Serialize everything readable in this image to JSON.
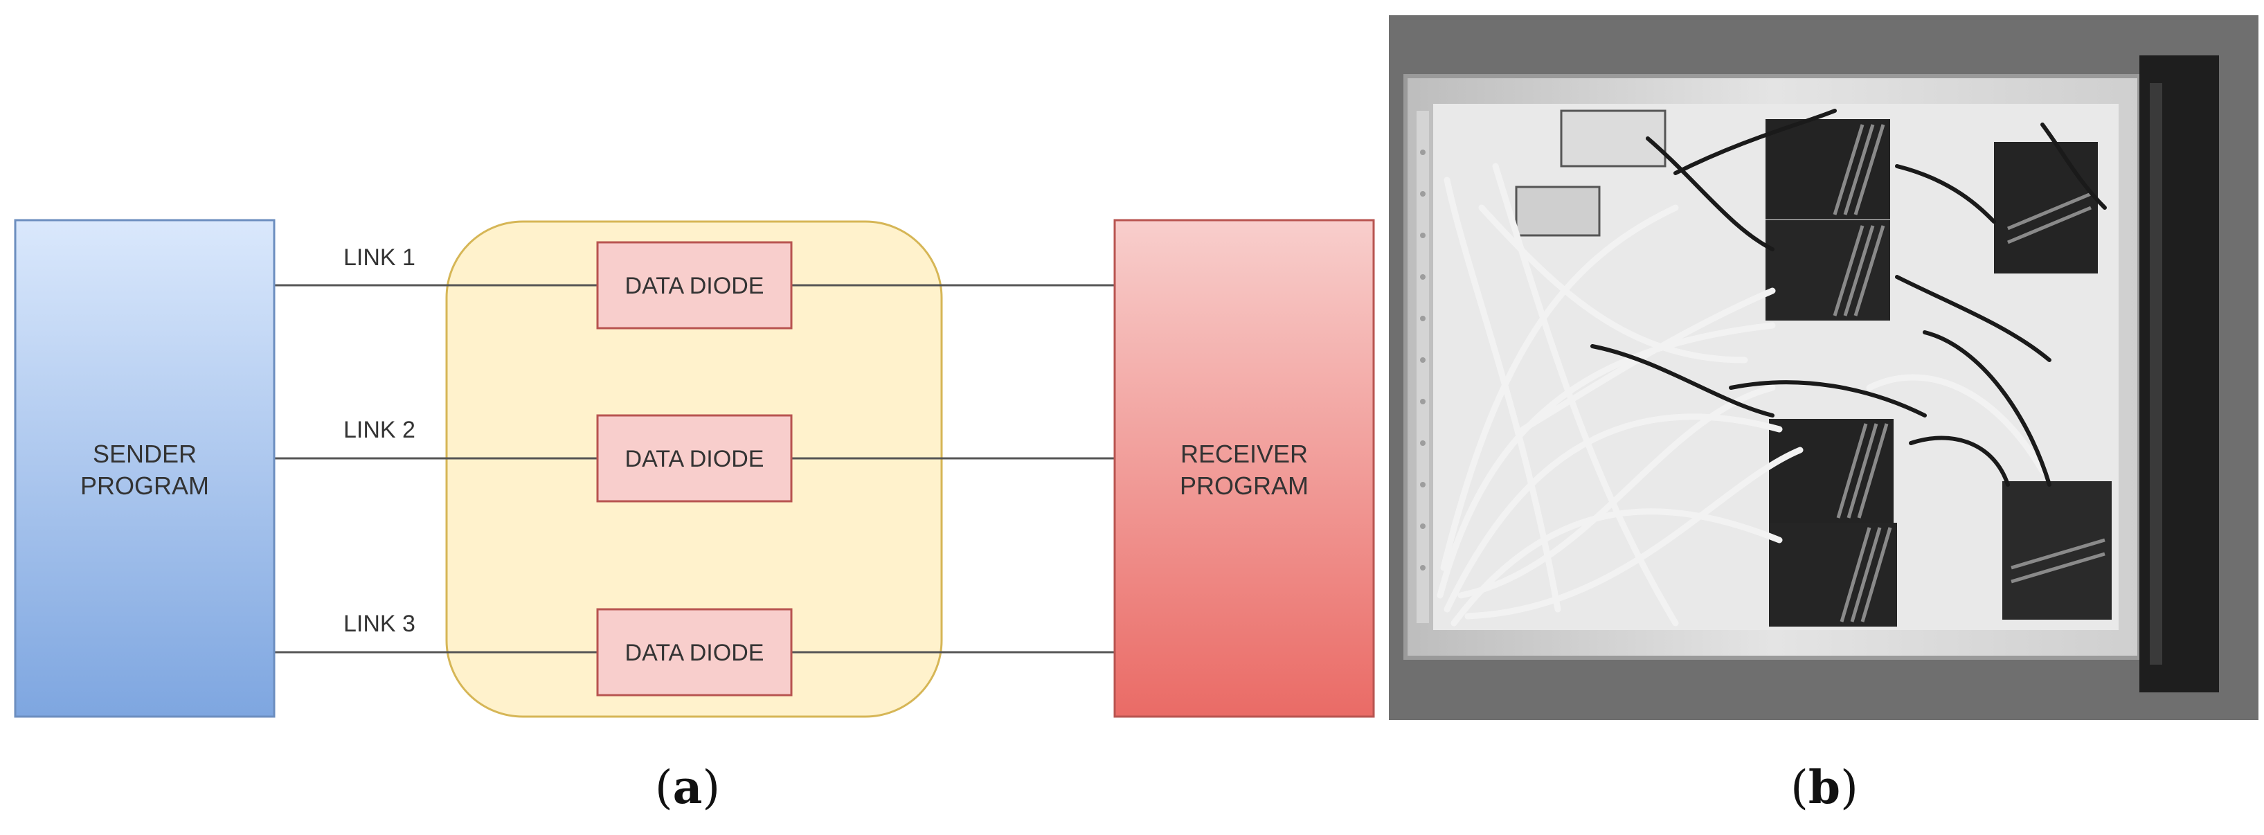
{
  "diagram": {
    "sender": {
      "line1": "SENDER",
      "line2": "PROGRAM"
    },
    "receiver": {
      "line1": "RECEIVER",
      "line2": "PROGRAM"
    },
    "links": [
      {
        "label": "LINK 1",
        "diode": "DATA DIODE"
      },
      {
        "label": "LINK 2",
        "diode": "DATA DIODE"
      },
      {
        "label": "LINK 3",
        "diode": "DATA DIODE"
      }
    ],
    "colors": {
      "sender_top": "#dae8fc",
      "sender_bottom": "#7ea6e0",
      "sender_stroke": "#6c8ebf",
      "receiver_top": "#f8cecc",
      "receiver_bottom": "#ea6b66",
      "receiver_stroke": "#b85450",
      "group_fill": "#fff2cc",
      "group_stroke": "#d6b656",
      "diode_fill": "#f8cecc",
      "diode_stroke": "#b85450"
    }
  },
  "photo": {
    "description_icon": "server-chassis-photo"
  },
  "captions": {
    "a_open": "(",
    "a_letter": "a",
    "a_close": ")",
    "b_open": "(",
    "b_letter": "b",
    "b_close": ")"
  }
}
